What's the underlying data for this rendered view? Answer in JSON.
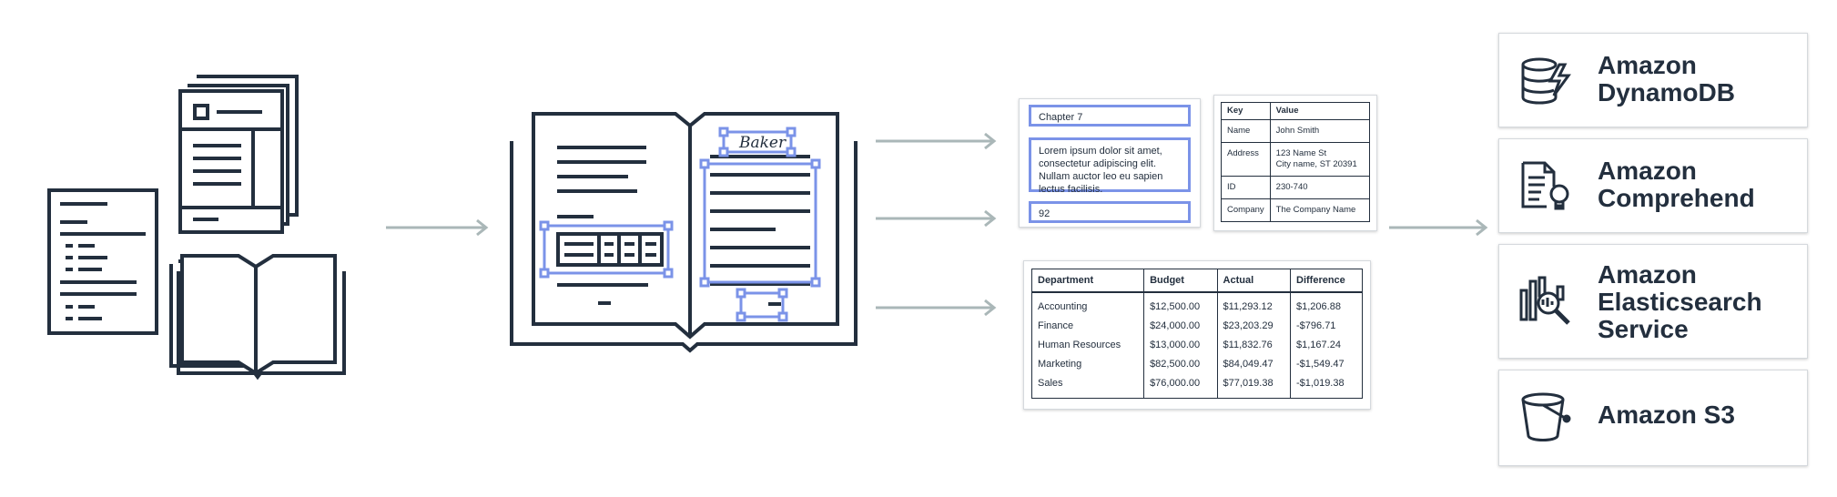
{
  "colors": {
    "ink": "#232f3e",
    "selection": "#7b93e8",
    "arrow": "#aab7b8"
  },
  "extracted_fields": {
    "chapter": "Chapter 7",
    "paragraph": "Lorem ipsum dolor sit amet, consectetur adipiscing elit. Nullam auctor leo eu sapien lectus facilisis.",
    "page_number": "92"
  },
  "signature_text": "Baker",
  "key_value": {
    "headers": [
      "Key",
      "Value"
    ],
    "rows": [
      [
        "Name",
        "John Smith"
      ],
      [
        "Address",
        "123 Name St\nCity name, ST 20391"
      ],
      [
        "ID",
        "230-740"
      ],
      [
        "Company",
        "The Company Name"
      ]
    ]
  },
  "budget_table": {
    "headers": [
      "Department",
      "Budget",
      "Actual",
      "Difference"
    ],
    "rows": [
      [
        "Accounting",
        "$12,500.00",
        "$11,293.12",
        "$1,206.88"
      ],
      [
        "Finance",
        "$24,000.00",
        "$23,203.29",
        "-$796.71"
      ],
      [
        "Human Resources",
        "$13,000.00",
        "$11,832.76",
        "$1,167.24"
      ],
      [
        "Marketing",
        "$82,500.00",
        "$84,049.47",
        "-$1,549.47"
      ],
      [
        "Sales",
        "$76,000.00",
        "$77,019.38",
        "-$1,019.38"
      ]
    ]
  },
  "services": [
    {
      "label": "Amazon\nDynamoDB",
      "icon": "dynamodb-icon"
    },
    {
      "label": "Amazon\nComprehend",
      "icon": "comprehend-icon"
    },
    {
      "label": "Amazon\nElasticsearch\nService",
      "icon": "elasticsearch-icon"
    },
    {
      "label": "Amazon S3",
      "icon": "s3-bucket-icon"
    }
  ]
}
